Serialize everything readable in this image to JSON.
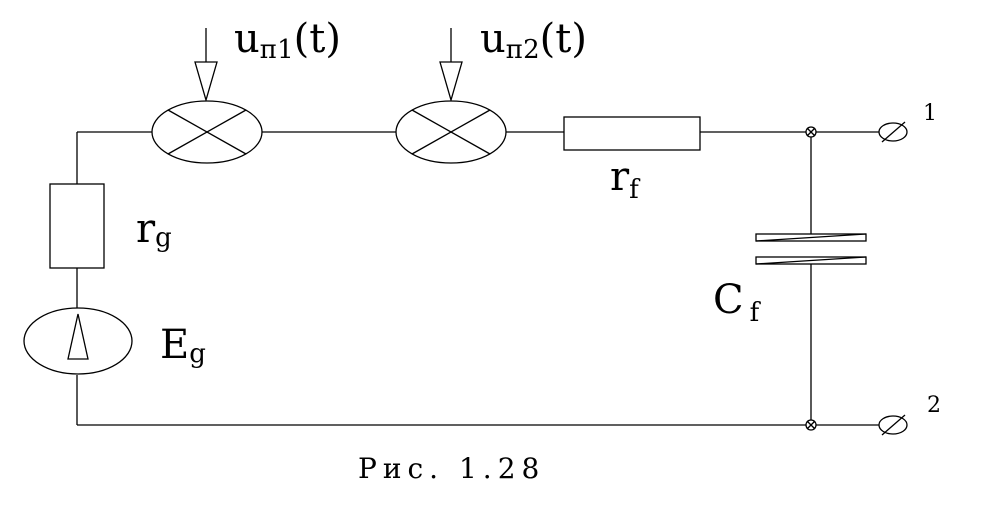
{
  "labels": {
    "noise1": {
      "main": "u",
      "sub": "п1",
      "suffix": "(t)"
    },
    "noise2": {
      "main": "u",
      "sub": "п2",
      "suffix": "(t)"
    },
    "resistor_f": {
      "main": "r",
      "sub": "f"
    },
    "resistor_g": {
      "main": "r",
      "sub": "g"
    },
    "source": {
      "main": "E",
      "sub": "g"
    },
    "capacitor": {
      "main": "C",
      "sub": "f"
    },
    "terminal1": "1",
    "terminal2": "2"
  },
  "caption": "Рис. 1.28"
}
